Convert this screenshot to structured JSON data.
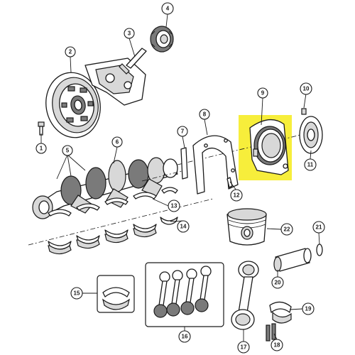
{
  "colors": {
    "highlight": "#f7ee3b",
    "line": "#1a1a1a"
  },
  "callouts": [
    {
      "id": "c1",
      "label": "1"
    },
    {
      "id": "c2",
      "label": "2"
    },
    {
      "id": "c3",
      "label": "3"
    },
    {
      "id": "c4",
      "label": "4"
    },
    {
      "id": "c5",
      "label": "5"
    },
    {
      "id": "c6",
      "label": "6"
    },
    {
      "id": "c7",
      "label": "7"
    },
    {
      "id": "c8",
      "label": "8"
    },
    {
      "id": "c9",
      "label": "9"
    },
    {
      "id": "c10",
      "label": "10"
    },
    {
      "id": "c11",
      "label": "11"
    },
    {
      "id": "c12",
      "label": "12"
    },
    {
      "id": "c13",
      "label": "13"
    },
    {
      "id": "c14",
      "label": "14"
    },
    {
      "id": "c15",
      "label": "15"
    },
    {
      "id": "c16",
      "label": "16"
    },
    {
      "id": "c17",
      "label": "17"
    },
    {
      "id": "c18",
      "label": "18"
    },
    {
      "id": "c19",
      "label": "19"
    },
    {
      "id": "c20",
      "label": "20"
    },
    {
      "id": "c21",
      "label": "21"
    },
    {
      "id": "c22",
      "label": "22"
    }
  ]
}
